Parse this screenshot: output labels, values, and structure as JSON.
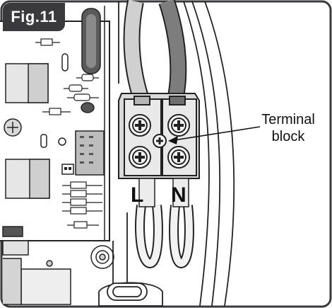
{
  "figure": {
    "label": "Fig.11"
  },
  "callout": {
    "line1": "Terminal",
    "line2": "block"
  },
  "terminals": {
    "live": "L",
    "neutral": "N"
  }
}
